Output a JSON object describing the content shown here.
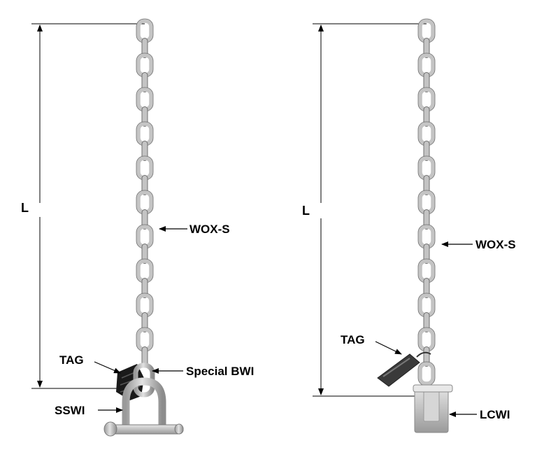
{
  "left": {
    "dimension_label": "L",
    "labels": {
      "chain": "WOX-S",
      "tag": "TAG",
      "master_link": "Special BWI",
      "shackle": "SSWI"
    }
  },
  "right": {
    "dimension_label": "L",
    "labels": {
      "chain": "WOX-S",
      "tag": "TAG",
      "end_fitting": "LCWI"
    }
  },
  "colors": {
    "chain_metal": "#c4c4c4",
    "chain_outline": "#6f6f6f",
    "tag": "#1a1a1a",
    "line": "#000000"
  }
}
